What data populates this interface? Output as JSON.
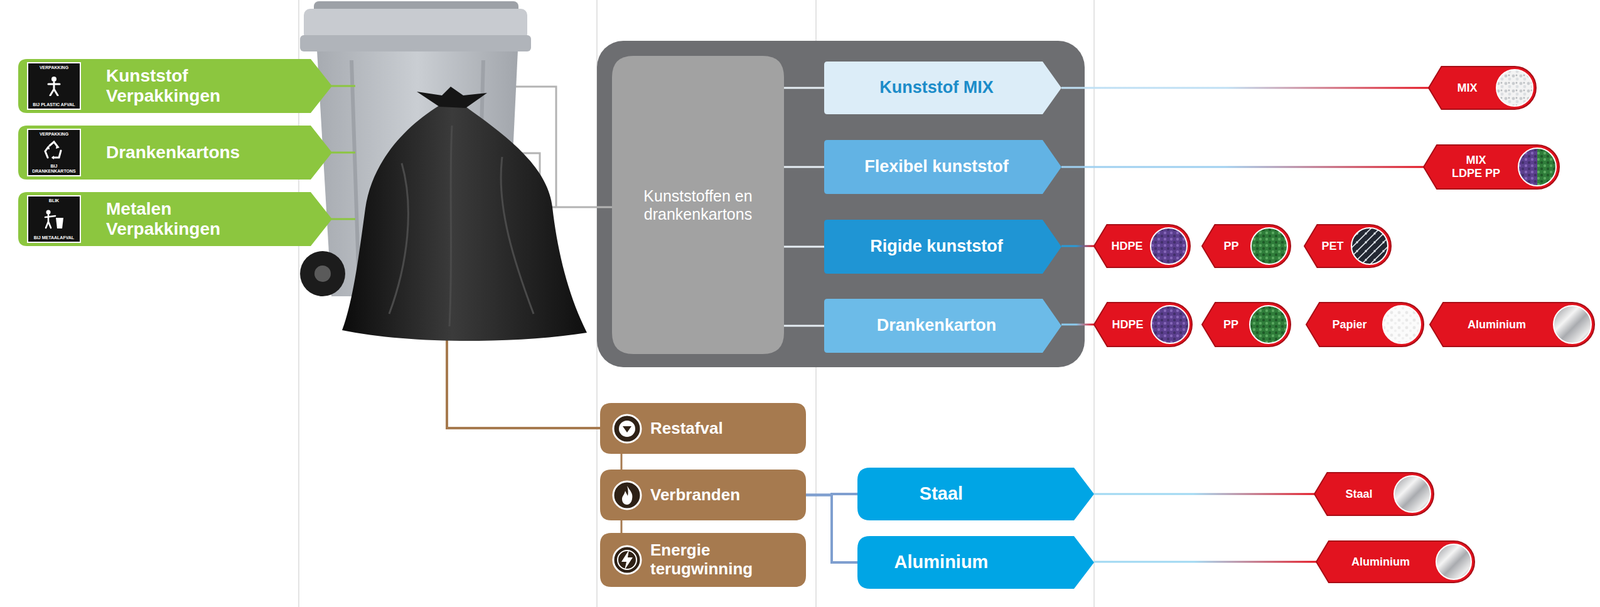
{
  "diagram": {
    "nodes": [
      {
        "text": [
          "Kunststof Verpakkingen"
        ]
      },
      {
        "text": [
          "Drankenkartons"
        ]
      },
      {
        "text": [
          "Metalen Verpakkingen"
        ]
      },
      {
        "text": [
          "Kunststoffen en drankenkartons"
        ]
      },
      {
        "text": [
          "Kunststof MIX"
        ]
      },
      {
        "text": [
          "MIX"
        ]
      },
      {
        "text": [
          "Flexibel kunststof"
        ]
      },
      {
        "text": [
          "MIX LDPE PP"
        ]
      },
      {
        "text": [
          "Rigide kunststof"
        ]
      },
      {
        "text": [
          "HDPE"
        ]
      },
      {
        "text": [
          "PP"
        ]
      },
      {
        "text": [
          "PET"
        ]
      },
      {
        "text": [
          "Drankenkarton"
        ]
      },
      {
        "text": [
          "HDPE"
        ]
      },
      {
        "text": [
          "PP"
        ]
      },
      {
        "text": [
          "Papier"
        ]
      },
      {
        "text": [
          "Aluminium"
        ]
      },
      {
        "text": [
          "Restafval"
        ]
      },
      {
        "text": [
          "Verbranden"
        ]
      },
      {
        "text": [
          "Energie terugwinning"
        ]
      },
      {
        "text": [
          "Staal"
        ]
      },
      {
        "text": [
          "Staal"
        ]
      },
      {
        "text": [
          "Aluminium"
        ]
      },
      {
        "text": [
          "Aluminium"
        ]
      }
    ],
    "edges": [
      {
        "from": 3,
        "to": 4,
        "arrow": "none"
      },
      {
        "from": 3,
        "to": 6,
        "arrow": "none"
      },
      {
        "from": 3,
        "to": 8,
        "arrow": "none"
      },
      {
        "from": 3,
        "to": 12,
        "arrow": "none"
      },
      {
        "from": 4,
        "to": 5,
        "arrow": "none"
      },
      {
        "from": 6,
        "to": 7,
        "arrow": "none"
      },
      {
        "from": 8,
        "to": 9,
        "arrow": "none"
      },
      {
        "from": 12,
        "to": 13,
        "arrow": "none"
      },
      {
        "from": 17,
        "to": 18,
        "arrow": "none"
      },
      {
        "from": 18,
        "to": 19,
        "arrow": "none"
      },
      {
        "from": 18,
        "to": 20,
        "arrow": "none"
      },
      {
        "from": 18,
        "to": 22,
        "arrow": "none"
      },
      {
        "from": 20,
        "to": 21,
        "arrow": "none"
      },
      {
        "from": 22,
        "to": 23,
        "arrow": "none"
      }
    ],
    "labels": [
      "VERPAKKING",
      "BIJ PLASTIC AFVAL",
      "VERPAKKING",
      "BIJ DRANKENKARTONS",
      "BLIK",
      "BIJ METAALAFVAL"
    ]
  }
}
